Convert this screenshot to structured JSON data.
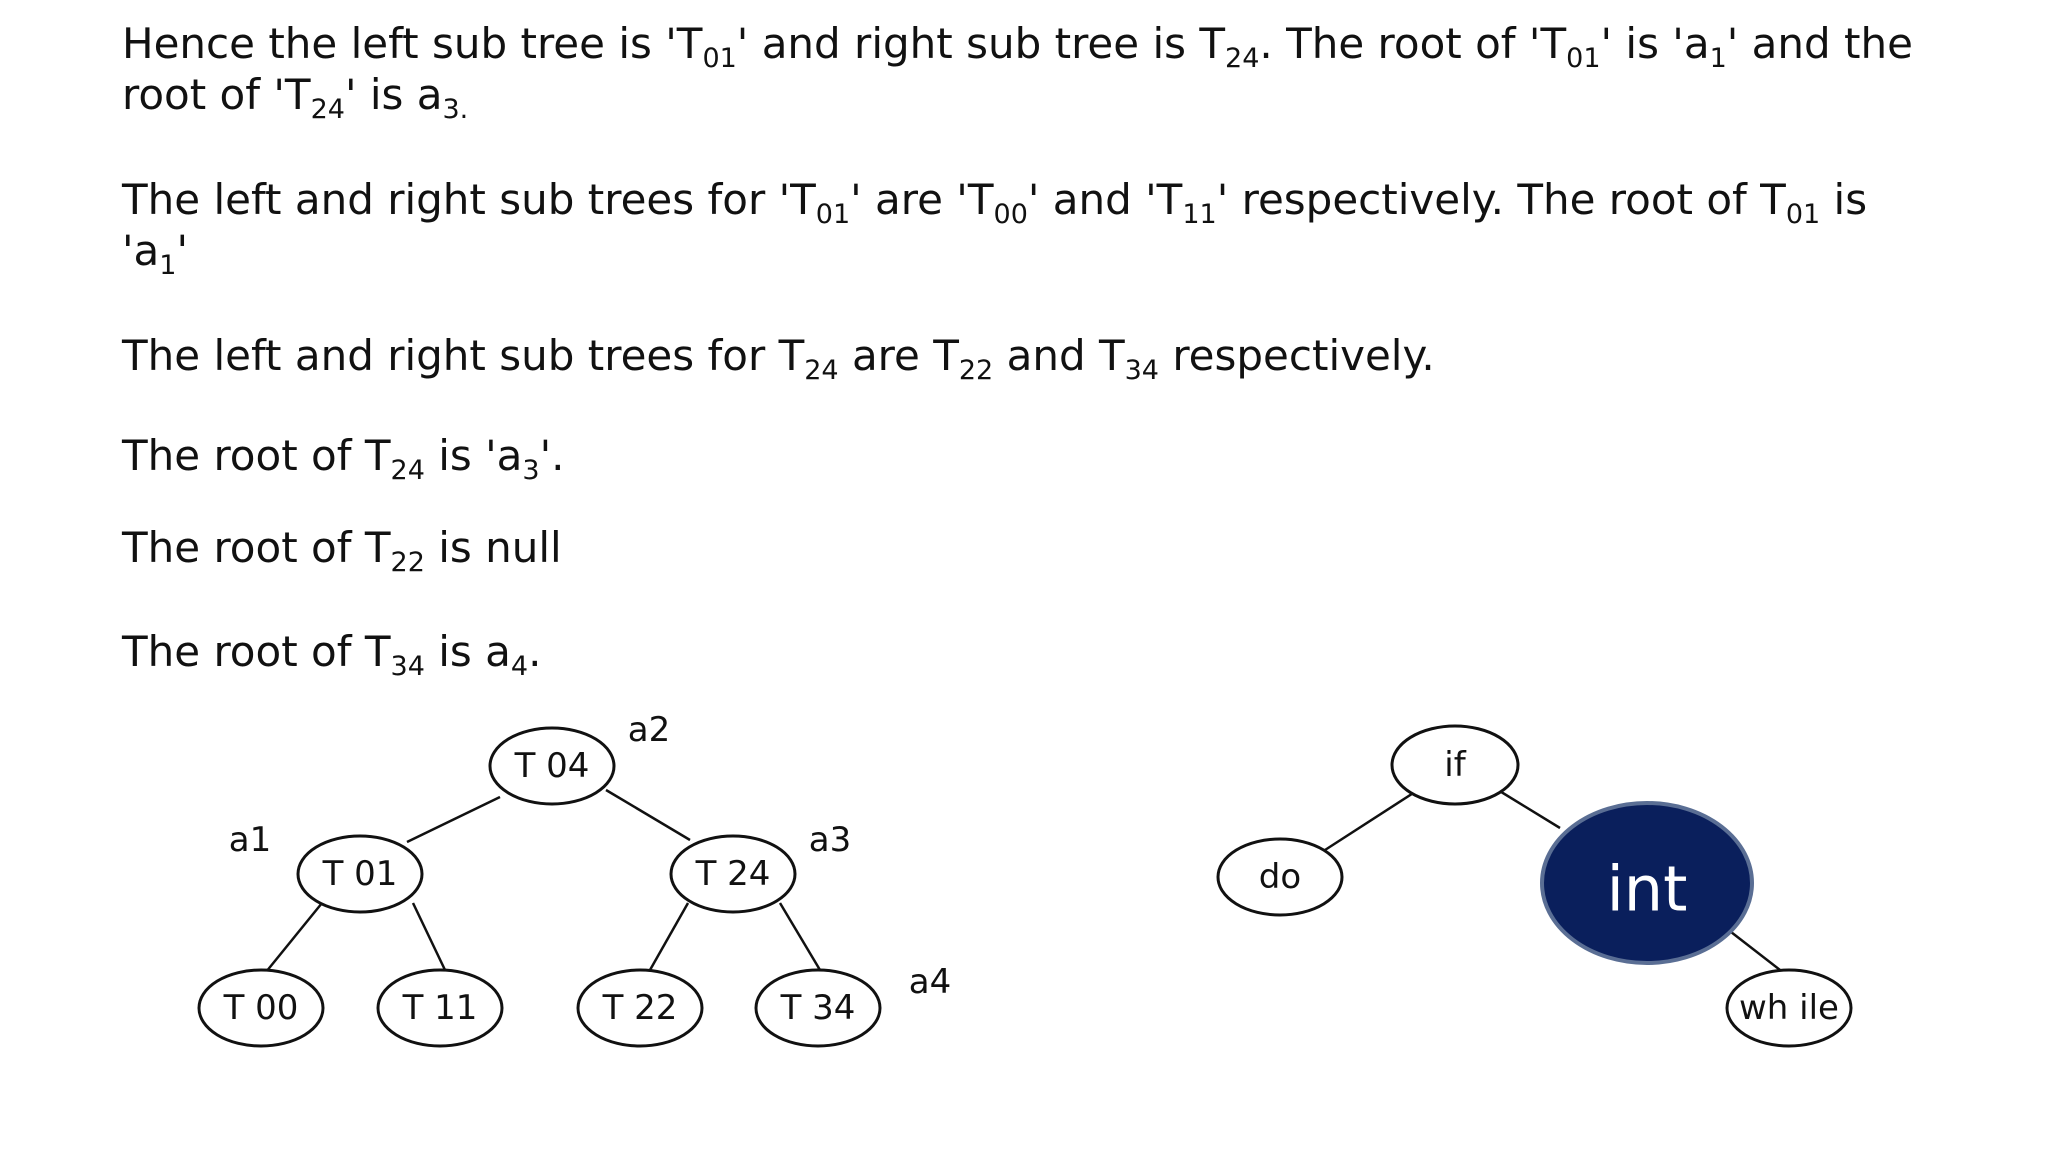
{
  "explanation": {
    "p1": {
      "line1": [
        {
          "t": "Hence the left sub tree is 'T"
        },
        {
          "s": "01"
        },
        {
          "t": "' and right sub tree is T"
        },
        {
          "s": "24"
        },
        {
          "t": ". The root of 'T"
        },
        {
          "s": "01"
        },
        {
          "t": "' is 'a"
        },
        {
          "s": "1"
        },
        {
          "t": "' and the"
        }
      ],
      "line2": [
        {
          "t": "root of 'T"
        },
        {
          "s": "24"
        },
        {
          "t": "' is a"
        },
        {
          "s": "3."
        }
      ]
    },
    "p2": {
      "line1": [
        {
          "t": "The left and right sub trees for 'T"
        },
        {
          "s": "01"
        },
        {
          "t": "' are 'T"
        },
        {
          "s": "00"
        },
        {
          "t": "' and 'T"
        },
        {
          "s": "11"
        },
        {
          "t": "' respectively. The root of T"
        },
        {
          "s": "01"
        },
        {
          "t": " is"
        }
      ],
      "line2": [
        {
          "t": "'a"
        },
        {
          "s": "1"
        },
        {
          "t": "'"
        }
      ]
    },
    "p3": [
      {
        "t": "The left and right sub trees for T"
      },
      {
        "s": "24"
      },
      {
        "t": " are T"
      },
      {
        "s": "22"
      },
      {
        "t": " and T"
      },
      {
        "s": "34"
      },
      {
        "t": " respectively."
      }
    ],
    "p4": [
      {
        "t": "The root of T"
      },
      {
        "s": "24"
      },
      {
        "t": " is 'a"
      },
      {
        "s": "3"
      },
      {
        "t": "'."
      }
    ],
    "p5": [
      {
        "t": "The root of T"
      },
      {
        "s": "22"
      },
      {
        "t": " is null"
      }
    ],
    "p6": [
      {
        "t": "The root of T"
      },
      {
        "s": "34"
      },
      {
        "t": " is a"
      },
      {
        "s": "4"
      },
      {
        "t": "."
      }
    ]
  },
  "subtree_diagram": {
    "nodes": {
      "t04": "T 04",
      "t01": "T 01",
      "t24": "T 24",
      "t00": "T 00",
      "t11": "T 11",
      "t22": "T 22",
      "t34": "T 34"
    },
    "roots": {
      "a1": "a1",
      "a2": "a2",
      "a3": "a3",
      "a4": "a4"
    }
  },
  "bst": {
    "nodes": {
      "if": "if",
      "do": "do",
      "int": "int",
      "while": "wh ile"
    },
    "highlight_color": "#0a1f5c"
  }
}
